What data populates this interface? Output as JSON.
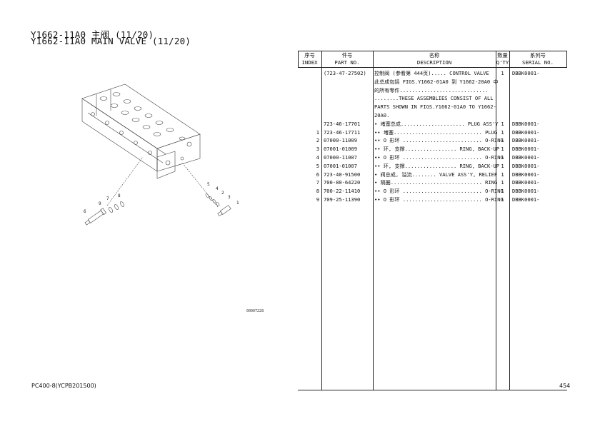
{
  "title": {
    "line1": "Y1662-11A0 主阀 (11/20)",
    "line2": "Y1662-11A0 MAIN VALVE (11/20)"
  },
  "table": {
    "headers": {
      "index_cn": "序号",
      "index_en": "INDEX",
      "part_cn": "件号",
      "part_en": "PART NO.",
      "desc_cn": "名称",
      "desc_en": "DESCRIPTION",
      "qty_cn": "数量",
      "qty_en": "Q'TY",
      "serial_cn": "系列号",
      "serial_en": "SERIAL NO."
    },
    "rows": [
      {
        "index": "",
        "part": "(723-47-27502)",
        "desc": "控制阀 (参看第 444页)..... CONTROL VALVE",
        "qty": "1",
        "serial": "DBBK0001-"
      },
      {
        "index": "",
        "part": "",
        "desc": "此总成包括 FIGS.Y1662-01A0 到 Y1662-20A0 中",
        "qty": "",
        "serial": ""
      },
      {
        "index": "",
        "part": "",
        "desc": "的所有零件.............................",
        "qty": "",
        "serial": ""
      },
      {
        "index": "",
        "part": "",
        "desc": "........THESE ASSEMBLIES CONSIST OF ALL",
        "qty": "",
        "serial": ""
      },
      {
        "index": "",
        "part": "",
        "desc": "PARTS SHOWN IN FIGS.Y1662-01A0 TO Y1662-",
        "qty": "",
        "serial": ""
      },
      {
        "index": "",
        "part": "",
        "desc": "20A0.",
        "qty": "",
        "serial": ""
      },
      {
        "index": "",
        "part": "723-46-17701",
        "desc": "• 堵塞总成..................... PLUG ASS'Y",
        "qty": "1",
        "serial": "DBBK0001-"
      },
      {
        "index": "1",
        "part": "723-46-17711",
        "desc": "•• 堵塞............................. PLUG",
        "qty": "1",
        "serial": "DBBK0001-"
      },
      {
        "index": "2",
        "part": "07000-11009",
        "desc": "•• O 形环 .......................... O-RING",
        "qty": "1",
        "serial": "DBBK0001-"
      },
      {
        "index": "3",
        "part": "07001-01009",
        "desc": "•• 环, 支撑................. RING, BACK-UP",
        "qty": "1",
        "serial": "DBBK0001-"
      },
      {
        "index": "4",
        "part": "07000-11007",
        "desc": "•• O 形环 .......................... O-RING",
        "qty": "1",
        "serial": "DBBK0001-"
      },
      {
        "index": "5",
        "part": "07001-01007",
        "desc": "•• 环, 支撑................. RING, BACK-UP",
        "qty": "1",
        "serial": "DBBK0001-"
      },
      {
        "index": "6",
        "part": "723-40-91500",
        "desc": "• 阀总成, 溢流........ VALVE ASS'Y, RELIEF",
        "qty": "1",
        "serial": "DBBK0001-"
      },
      {
        "index": "7",
        "part": "700-80-64220",
        "desc": "• 隔圈.............................. RING",
        "qty": "1",
        "serial": "DBBK0001-"
      },
      {
        "index": "8",
        "part": "700-22-11410",
        "desc": "•• O 形环 .......................... O-RING",
        "qty": "1",
        "serial": "DBBK0001-"
      },
      {
        "index": "9",
        "part": "709-25-11390",
        "desc": "•• O 形环 .......................... O-RING",
        "qty": "1",
        "serial": "DBBK0001-"
      }
    ]
  },
  "drawing": {
    "callouts": [
      "1",
      "2",
      "3",
      "4",
      "5",
      "6",
      "7",
      "8",
      "9"
    ],
    "figure_code": "00007228"
  },
  "footer": {
    "model": "PC400-8(YCPB201500)",
    "page": "454"
  }
}
